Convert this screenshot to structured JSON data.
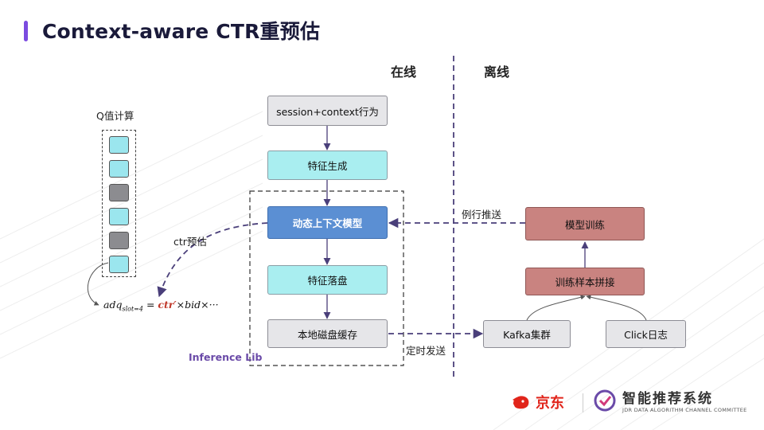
{
  "title": "Context-aware CTR重预估",
  "sections": {
    "online": "在线",
    "offline": "离线"
  },
  "q_label": "Q值计算",
  "q_cells": [
    "c",
    "c",
    "g",
    "c",
    "g",
    "c"
  ],
  "online_nodes": {
    "session": "session+context行为",
    "feature_gen": "特征生成",
    "dynamic_model": "动态上下文模型",
    "feature_store": "特征落盘",
    "local_cache": "本地磁盘缓存"
  },
  "offline_nodes": {
    "model_train": "模型训练",
    "sample_join": "训练样本拼接",
    "kafka": "Kafka集群",
    "click_log": "Click日志"
  },
  "edge_labels": {
    "routine_push": "例行推送",
    "scheduled_send": "定时发送",
    "ctr_predict": "ctr预估"
  },
  "inference_lib": "Inference Lib",
  "formula": {
    "adq": "adq",
    "slot": "slot=4",
    "eq": " = ",
    "ctr": "ctr′",
    "rest": "×bid×···"
  },
  "logos": {
    "jd": "京东",
    "jdr_cn": "智能推荐系统",
    "jdr_en": "JDR DATA ALGORITHM CHANNEL COMMITTEE"
  },
  "colors": {
    "accent": "#7b4be0",
    "cyan": "#a9eef0",
    "blue": "#5b8fd3",
    "red": "#c98380",
    "dash": "#4a3f7a",
    "ctr_red": "#c0392b"
  }
}
